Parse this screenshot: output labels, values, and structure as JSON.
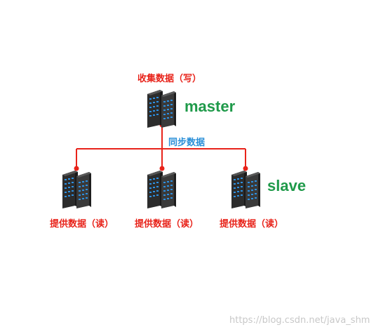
{
  "master": {
    "label": "收集数据（写）",
    "role": "master",
    "icon": "server-rack-icon"
  },
  "sync_label": "同步数据",
  "slave_role": "slave",
  "slaves": [
    {
      "label": "提供数据（读）",
      "icon": "server-rack-icon"
    },
    {
      "label": "提供数据（读）",
      "icon": "server-rack-icon"
    },
    {
      "label": "提供数据（读）",
      "icon": "server-rack-icon"
    }
  ],
  "watermark": "https://blog.csdn.net/java_shm",
  "colors": {
    "connector": "#e8231a",
    "red_text": "#e8231a",
    "blue_text": "#2a8fd8",
    "green_text": "#1f9a4a",
    "server_body": "#3a3a3a",
    "server_leds": "#2d8fe0"
  }
}
